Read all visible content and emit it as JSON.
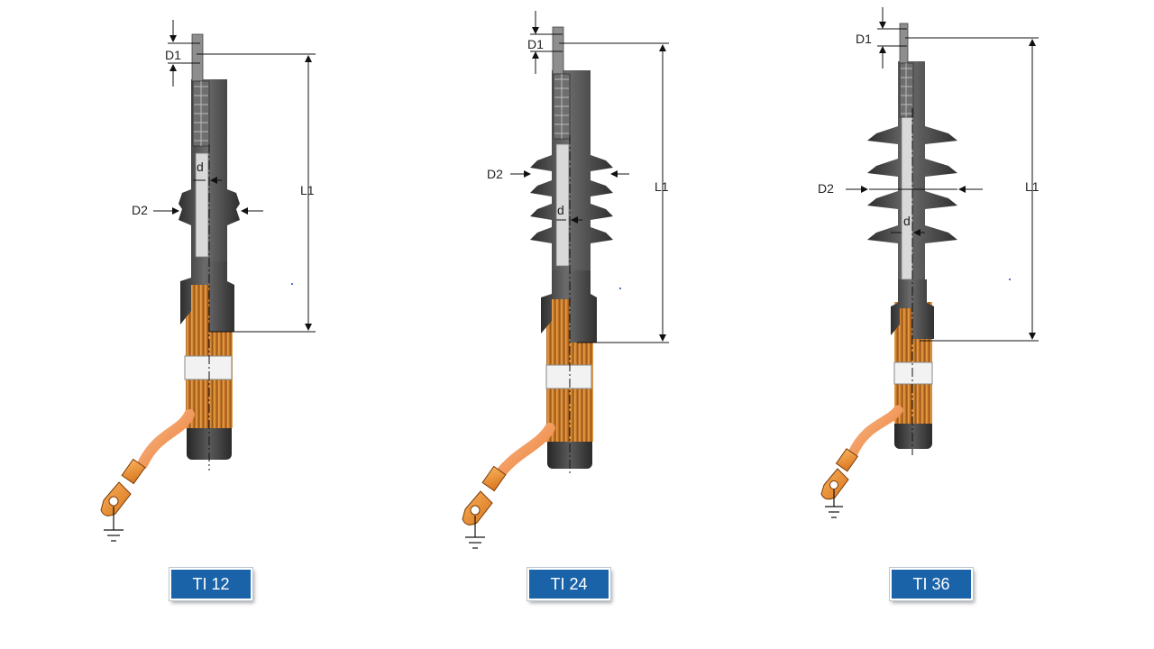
{
  "dimension_labels": {
    "d1": "D1",
    "d2": "D2",
    "l1": "L1",
    "d": "d"
  },
  "products": [
    {
      "name": "TI 12"
    },
    {
      "name": "TI 24"
    },
    {
      "name": "TI 36"
    }
  ],
  "colors": {
    "insulator": "#4a4a4a",
    "cable_jacket": "#3c3c3c",
    "copper_screen": "#d9892a",
    "ground_braid": "#f08a3c",
    "lug": "#f29a3f",
    "label_bg": "#1a63a8"
  }
}
